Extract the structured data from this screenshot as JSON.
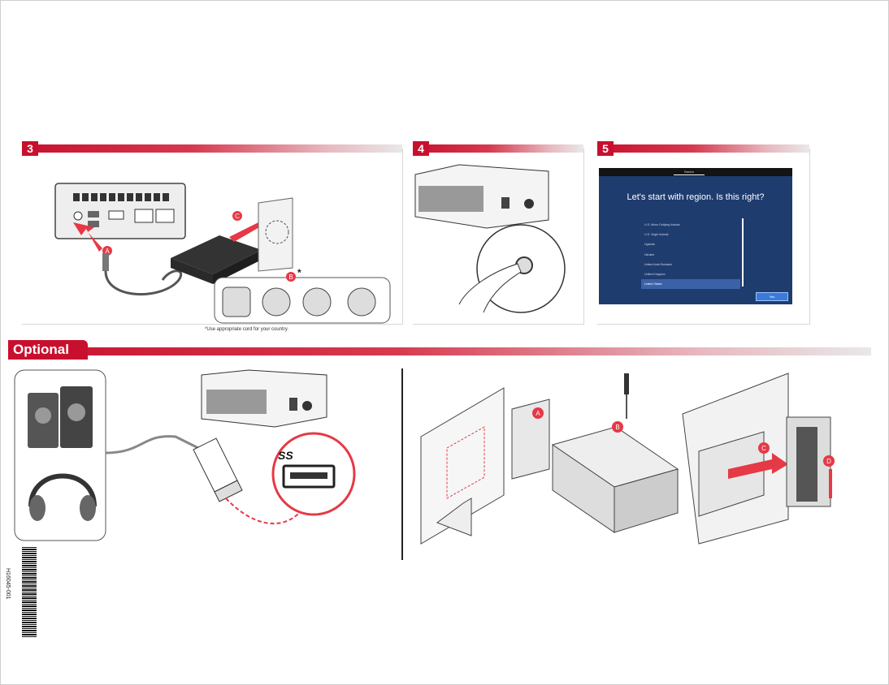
{
  "steps": {
    "step3": {
      "number": "3",
      "footnote": "*Use appropriate cord for your country.",
      "callouts": [
        "A",
        "B",
        "C"
      ],
      "asterisk": "*"
    },
    "step4": {
      "number": "4"
    },
    "step5": {
      "number": "5"
    }
  },
  "oobe_screen": {
    "tab_label": "Basics",
    "title": "Let's start with region.  Is this right?",
    "regions": [
      "U.S. Minor Outlying Islands",
      "U.S. Virgin Islands",
      "Uganda",
      "Ukraine",
      "United Arab Emirates",
      "United Kingdom",
      "United States"
    ],
    "selected_region": "United States",
    "yes_button": "Yes"
  },
  "optional": {
    "label": "Optional",
    "usb_logo": "SS",
    "mount_callouts": [
      "A",
      "B",
      "C",
      "D"
    ]
  },
  "barcode_number": "H16045-001",
  "colors": {
    "accent": "#c8102e",
    "screen_bg": "#1f3c6f"
  }
}
